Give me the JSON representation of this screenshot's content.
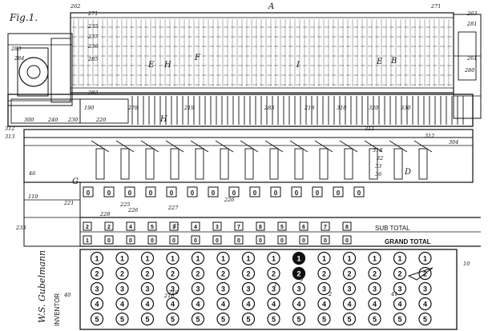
{
  "figure": {
    "title": "Fig.1.",
    "inventor_caption": "INVENTOR",
    "signature": "W.S. Gubelmann",
    "row_labels": {
      "sub_total": "SUB TOTAL",
      "grand_total": "GRAND TOTAL"
    },
    "letters": [
      "A",
      "E",
      "E",
      "H",
      "F",
      "I",
      "B",
      "D",
      "G",
      "H"
    ],
    "callouts": [
      "262",
      "271",
      "271",
      "263",
      "281",
      "235",
      "237",
      "236",
      "285",
      "282",
      "283",
      "284",
      "261",
      "280",
      "278",
      "219",
      "283",
      "218",
      "310",
      "320",
      "330",
      "190",
      "220",
      "230",
      "240",
      "300",
      "312",
      "313",
      "311",
      "312",
      "304",
      "318",
      "32",
      "33",
      "36",
      "46",
      "110",
      "221",
      "225",
      "226",
      "228",
      "227",
      "226",
      "233",
      "31",
      "218",
      "216",
      "40",
      "10",
      "41",
      "1",
      "5",
      "2",
      "3"
    ],
    "accumulator_digits": [
      "0",
      "0",
      "0",
      "0",
      "0",
      "0",
      "0",
      "0",
      "0",
      "0",
      "0",
      "0",
      "0",
      "0"
    ],
    "sub_total_digits": [
      "2",
      "2",
      "4",
      "5",
      "3",
      "4",
      "3",
      "7",
      "8",
      "5",
      "6",
      "7",
      "8"
    ],
    "grand_total_digits": [
      "1",
      "0",
      "0",
      "0",
      "0",
      "0",
      "0",
      "0",
      "0",
      "0",
      "0",
      "0",
      "0"
    ],
    "keyboard_columns": [
      [
        "1",
        "2",
        "3",
        "4",
        "5"
      ],
      [
        "1",
        "2",
        "3",
        "4",
        "5"
      ],
      [
        "1",
        "2",
        "3",
        "4",
        "5"
      ],
      [
        "1",
        "2",
        "3",
        "4",
        "5"
      ],
      [
        "1",
        "2",
        "3",
        "4",
        "5"
      ],
      [
        "1",
        "2",
        "3",
        "4",
        "5"
      ],
      [
        "1",
        "2",
        "3",
        "4",
        "5"
      ],
      [
        "1",
        "2",
        "3",
        "4",
        "5"
      ],
      [
        "1",
        "2",
        "3",
        "4",
        "5"
      ],
      [
        "1",
        "2",
        "3",
        "4",
        "5"
      ],
      [
        "1",
        "2",
        "3",
        "4",
        "5"
      ],
      [
        "1",
        "2",
        "3",
        "4",
        "5"
      ],
      [
        "1",
        "2",
        "3",
        "4",
        "5"
      ],
      [
        "1",
        "2",
        "3",
        "4",
        "5"
      ]
    ],
    "ink_color": "#111111",
    "paper_color": "#ffffff"
  }
}
